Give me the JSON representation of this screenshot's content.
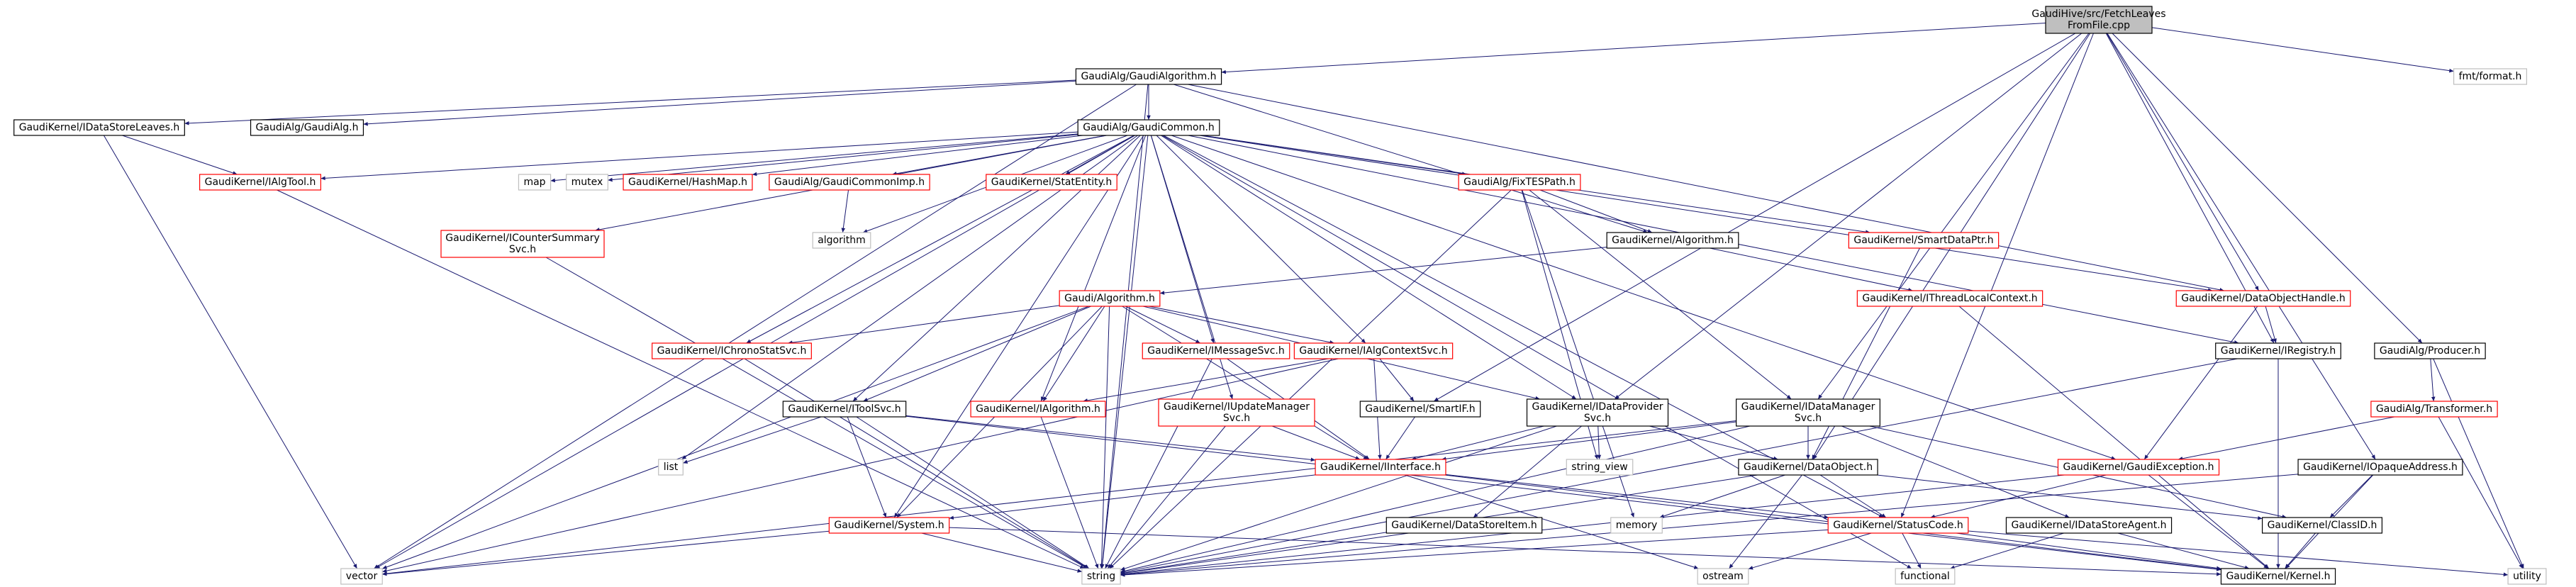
{
  "graph": {
    "nodes": [
      {
        "id": "root",
        "label": [
          "GaudiHive/src/FetchLeaves",
          "FromFile.cpp"
        ],
        "kind": "root"
      },
      {
        "id": "galgalgorithm",
        "label": [
          "GaudiAlg/GaudiAlgorithm.h"
        ],
        "kind": "black"
      },
      {
        "id": "fmt",
        "label": [
          "fmt/format.h"
        ],
        "kind": "gray"
      },
      {
        "id": "idatastoreleaves",
        "label": [
          "GaudiKernel/IDataStoreLeaves.h"
        ],
        "kind": "black"
      },
      {
        "id": "gaudialg",
        "label": [
          "GaudiAlg/GaudiAlg.h"
        ],
        "kind": "black"
      },
      {
        "id": "gaudicommon",
        "label": [
          "GaudiAlg/GaudiCommon.h"
        ],
        "kind": "black"
      },
      {
        "id": "ialgtool",
        "label": [
          "GaudiKernel/IAlgTool.h"
        ],
        "kind": "red"
      },
      {
        "id": "map",
        "label": [
          "map"
        ],
        "kind": "gray"
      },
      {
        "id": "mutex",
        "label": [
          "mutex"
        ],
        "kind": "gray"
      },
      {
        "id": "hashmap",
        "label": [
          "GaudiKernel/HashMap.h"
        ],
        "kind": "red"
      },
      {
        "id": "commonimp",
        "label": [
          "GaudiAlg/GaudiCommonImp.h"
        ],
        "kind": "red"
      },
      {
        "id": "statentity",
        "label": [
          "GaudiKernel/StatEntity.h"
        ],
        "kind": "red"
      },
      {
        "id": "fixtespath",
        "label": [
          "GaudiAlg/FixTESPath.h"
        ],
        "kind": "red"
      },
      {
        "id": "smartdataptr",
        "label": [
          "GaudiKernel/SmartDataPtr.h"
        ],
        "kind": "red"
      },
      {
        "id": "icountersummary",
        "label": [
          "GaudiKernel/ICounterSummary",
          "Svc.h"
        ],
        "kind": "red"
      },
      {
        "id": "algorithmstd",
        "label": [
          "algorithm"
        ],
        "kind": "gray"
      },
      {
        "id": "algorithmh",
        "label": [
          "GaudiKernel/Algorithm.h"
        ],
        "kind": "black"
      },
      {
        "id": "ithreadlocal",
        "label": [
          "GaudiKernel/IThreadLocalContext.h"
        ],
        "kind": "red"
      },
      {
        "id": "dataobjecthandle",
        "label": [
          "GaudiKernel/DataObjectHandle.h"
        ],
        "kind": "red"
      },
      {
        "id": "ialgorithmgaudi",
        "label": [
          "Gaudi/Algorithm.h"
        ],
        "kind": "red"
      },
      {
        "id": "ichronostat",
        "label": [
          "GaudiKernel/IChronoStatSvc.h"
        ],
        "kind": "red"
      },
      {
        "id": "imessagesvc",
        "label": [
          "GaudiKernel/IMessageSvc.h"
        ],
        "kind": "red"
      },
      {
        "id": "ialgcontext",
        "label": [
          "GaudiKernel/IAlgContextSvc.h"
        ],
        "kind": "red"
      },
      {
        "id": "iregistry",
        "label": [
          "GaudiKernel/IRegistry.h"
        ],
        "kind": "black"
      },
      {
        "id": "producer",
        "label": [
          "GaudiAlg/Producer.h"
        ],
        "kind": "black"
      },
      {
        "id": "itoolsvc",
        "label": [
          "GaudiKernel/IToolSvc.h"
        ],
        "kind": "black"
      },
      {
        "id": "ialgorithm",
        "label": [
          "GaudiKernel/IAlgorithm.h"
        ],
        "kind": "red"
      },
      {
        "id": "iupdatemanager",
        "label": [
          "GaudiKernel/IUpdateManager",
          "Svc.h"
        ],
        "kind": "red"
      },
      {
        "id": "smartif",
        "label": [
          "GaudiKernel/SmartIF.h"
        ],
        "kind": "black"
      },
      {
        "id": "idataprovider",
        "label": [
          "GaudiKernel/IDataProvider",
          "Svc.h"
        ],
        "kind": "black"
      },
      {
        "id": "idatamanager",
        "label": [
          "GaudiKernel/IDataManager",
          "Svc.h"
        ],
        "kind": "black"
      },
      {
        "id": "transformer",
        "label": [
          "GaudiAlg/Transformer.h"
        ],
        "kind": "red"
      },
      {
        "id": "list",
        "label": [
          "list"
        ],
        "kind": "gray"
      },
      {
        "id": "iinterface",
        "label": [
          "GaudiKernel/IInterface.h"
        ],
        "kind": "red"
      },
      {
        "id": "stringview",
        "label": [
          "string_view"
        ],
        "kind": "gray"
      },
      {
        "id": "dataobject",
        "label": [
          "GaudiKernel/DataObject.h"
        ],
        "kind": "black"
      },
      {
        "id": "gaudiexception",
        "label": [
          "GaudiKernel/GaudiException.h"
        ],
        "kind": "red"
      },
      {
        "id": "iopaqueaddress",
        "label": [
          "GaudiKernel/IOpaqueAddress.h"
        ],
        "kind": "black"
      },
      {
        "id": "system",
        "label": [
          "GaudiKernel/System.h"
        ],
        "kind": "red"
      },
      {
        "id": "datastoreitem",
        "label": [
          "GaudiKernel/DataStoreItem.h"
        ],
        "kind": "black"
      },
      {
        "id": "memory",
        "label": [
          "memory"
        ],
        "kind": "gray"
      },
      {
        "id": "statuscode",
        "label": [
          "GaudiKernel/StatusCode.h"
        ],
        "kind": "red"
      },
      {
        "id": "idatastoreagent",
        "label": [
          "GaudiKernel/IDataStoreAgent.h"
        ],
        "kind": "black"
      },
      {
        "id": "classid",
        "label": [
          "GaudiKernel/ClassID.h"
        ],
        "kind": "black"
      },
      {
        "id": "vector",
        "label": [
          "vector"
        ],
        "kind": "gray"
      },
      {
        "id": "string",
        "label": [
          "string"
        ],
        "kind": "gray"
      },
      {
        "id": "ostream",
        "label": [
          "ostream"
        ],
        "kind": "gray"
      },
      {
        "id": "functional",
        "label": [
          "functional"
        ],
        "kind": "gray"
      },
      {
        "id": "kernel",
        "label": [
          "GaudiKernel/Kernel.h"
        ],
        "kind": "black"
      },
      {
        "id": "utility",
        "label": [
          "utility"
        ],
        "kind": "gray"
      }
    ],
    "edges": [
      [
        "root",
        "galgalgorithm"
      ],
      [
        "root",
        "fmt"
      ],
      [
        "root",
        "idataprovider"
      ],
      [
        "root",
        "smartif"
      ],
      [
        "root",
        "dataobject"
      ],
      [
        "root",
        "iregistry"
      ],
      [
        "root",
        "iopaqueaddress"
      ],
      [
        "root",
        "producer"
      ],
      [
        "root",
        "idatamanager"
      ],
      [
        "root",
        "statuscode"
      ],
      [
        "root",
        "dataobjecthandle"
      ],
      [
        "galgalgorithm",
        "idatastoreleaves"
      ],
      [
        "galgalgorithm",
        "gaudialg"
      ],
      [
        "galgalgorithm",
        "gaudicommon"
      ],
      [
        "galgalgorithm",
        "algorithmh"
      ],
      [
        "galgalgorithm",
        "dataobjecthandle"
      ],
      [
        "galgalgorithm",
        "vector"
      ],
      [
        "galgalgorithm",
        "string"
      ],
      [
        "idatastoreleaves",
        "ialgtool"
      ],
      [
        "idatastoreleaves",
        "vector"
      ],
      [
        "gaudicommon",
        "ialgtool"
      ],
      [
        "gaudicommon",
        "map"
      ],
      [
        "gaudicommon",
        "mutex"
      ],
      [
        "gaudicommon",
        "hashmap"
      ],
      [
        "gaudicommon",
        "commonimp"
      ],
      [
        "gaudicommon",
        "statentity"
      ],
      [
        "gaudicommon",
        "fixtespath"
      ],
      [
        "gaudicommon",
        "smartdataptr"
      ],
      [
        "gaudicommon",
        "icountersummary"
      ],
      [
        "gaudicommon",
        "algorithmstd"
      ],
      [
        "gaudicommon",
        "ichronostat"
      ],
      [
        "gaudicommon",
        "imessagesvc"
      ],
      [
        "gaudicommon",
        "ialgcontext"
      ],
      [
        "gaudicommon",
        "ialgorithm"
      ],
      [
        "gaudicommon",
        "itoolsvc"
      ],
      [
        "gaudicommon",
        "iupdatemanager"
      ],
      [
        "gaudicommon",
        "idataprovider"
      ],
      [
        "gaudicommon",
        "gaudiexception"
      ],
      [
        "gaudicommon",
        "statuscode"
      ],
      [
        "gaudicommon",
        "system"
      ],
      [
        "gaudicommon",
        "list"
      ],
      [
        "gaudicommon",
        "vector"
      ],
      [
        "gaudicommon",
        "string"
      ],
      [
        "gaudicommon",
        "functional"
      ],
      [
        "gaudicommon",
        "dataobjecthandle"
      ],
      [
        "gaudicommon",
        "iregistry"
      ],
      [
        "commonimp",
        "algorithmstd"
      ],
      [
        "ialgtool",
        "string"
      ],
      [
        "icountersummary",
        "string"
      ],
      [
        "fixtespath",
        "algorithmh"
      ],
      [
        "fixtespath",
        "idatamanager"
      ],
      [
        "fixtespath",
        "stringview"
      ],
      [
        "fixtespath",
        "memory"
      ],
      [
        "fixtespath",
        "string"
      ],
      [
        "smartdataptr",
        "dataobject"
      ],
      [
        "algorithmh",
        "ialgorithmgaudi"
      ],
      [
        "algorithmh",
        "ithreadlocal"
      ],
      [
        "ithreadlocal",
        "kernel"
      ],
      [
        "dataobjecthandle",
        "iregistry"
      ],
      [
        "dataobjecthandle",
        "gaudiexception"
      ],
      [
        "ialgorithmgaudi",
        "ichronostat"
      ],
      [
        "ialgorithmgaudi",
        "imessagesvc"
      ],
      [
        "ialgorithmgaudi",
        "ialgcontext"
      ],
      [
        "ialgorithmgaudi",
        "ialgorithm"
      ],
      [
        "ialgorithmgaudi",
        "itoolsvc"
      ],
      [
        "ialgorithmgaudi",
        "idataprovider"
      ],
      [
        "ialgorithmgaudi",
        "system"
      ],
      [
        "ialgorithmgaudi",
        "string"
      ],
      [
        "ialgorithmgaudi",
        "vector"
      ],
      [
        "ialgorithmgaudi",
        "iinterface"
      ],
      [
        "ichronostat",
        "string"
      ],
      [
        "imessagesvc",
        "iinterface"
      ],
      [
        "imessagesvc",
        "string"
      ],
      [
        "ialgcontext",
        "ialgorithm"
      ],
      [
        "ialgcontext",
        "smartif"
      ],
      [
        "ialgcontext",
        "iinterface"
      ],
      [
        "ialgcontext",
        "vector"
      ],
      [
        "iregistry",
        "kernel"
      ],
      [
        "iregistry",
        "string"
      ],
      [
        "producer",
        "transformer"
      ],
      [
        "producer",
        "utility"
      ],
      [
        "transformer",
        "gaudiexception"
      ],
      [
        "transformer",
        "utility"
      ],
      [
        "itoolsvc",
        "list"
      ],
      [
        "itoolsvc",
        "iinterface"
      ],
      [
        "itoolsvc",
        "system"
      ],
      [
        "itoolsvc",
        "string"
      ],
      [
        "itoolsvc",
        "kernel"
      ],
      [
        "ialgorithm",
        "string"
      ],
      [
        "iupdatemanager",
        "iinterface"
      ],
      [
        "iupdatemanager",
        "string"
      ],
      [
        "smartif",
        "iinterface"
      ],
      [
        "idataprovider",
        "iinterface"
      ],
      [
        "idataprovider",
        "dataobject"
      ],
      [
        "idataprovider",
        "datastoreitem"
      ],
      [
        "idataprovider",
        "stringview"
      ],
      [
        "idataprovider",
        "string"
      ],
      [
        "idatamanager",
        "iinterface"
      ],
      [
        "idatamanager",
        "dataobject"
      ],
      [
        "idatamanager",
        "idatastoreagent"
      ],
      [
        "idatamanager",
        "classid"
      ],
      [
        "idatamanager",
        "string"
      ],
      [
        "idatamanager",
        "vector"
      ],
      [
        "iinterface",
        "system"
      ],
      [
        "iinterface",
        "statuscode"
      ],
      [
        "iinterface",
        "ostream"
      ],
      [
        "iinterface",
        "kernel"
      ],
      [
        "dataobject",
        "statuscode"
      ],
      [
        "dataobject",
        "classid"
      ],
      [
        "dataobject",
        "memory"
      ],
      [
        "dataobject",
        "ostream"
      ],
      [
        "dataobject",
        "string"
      ],
      [
        "gaudiexception",
        "statuscode"
      ],
      [
        "gaudiexception",
        "kernel"
      ],
      [
        "gaudiexception",
        "string"
      ],
      [
        "iopaqueaddress",
        "classid"
      ],
      [
        "iopaqueaddress",
        "kernel"
      ],
      [
        "iopaqueaddress",
        "string"
      ],
      [
        "system",
        "vector"
      ],
      [
        "system",
        "string"
      ],
      [
        "system",
        "kernel"
      ],
      [
        "datastoreitem",
        "string"
      ],
      [
        "statuscode",
        "ostream"
      ],
      [
        "statuscode",
        "functional"
      ],
      [
        "statuscode",
        "utility"
      ],
      [
        "statuscode",
        "kernel"
      ],
      [
        "statuscode",
        "string"
      ],
      [
        "idatastoreagent",
        "functional"
      ],
      [
        "idatastoreagent",
        "kernel"
      ],
      [
        "classid",
        "kernel"
      ]
    ]
  }
}
